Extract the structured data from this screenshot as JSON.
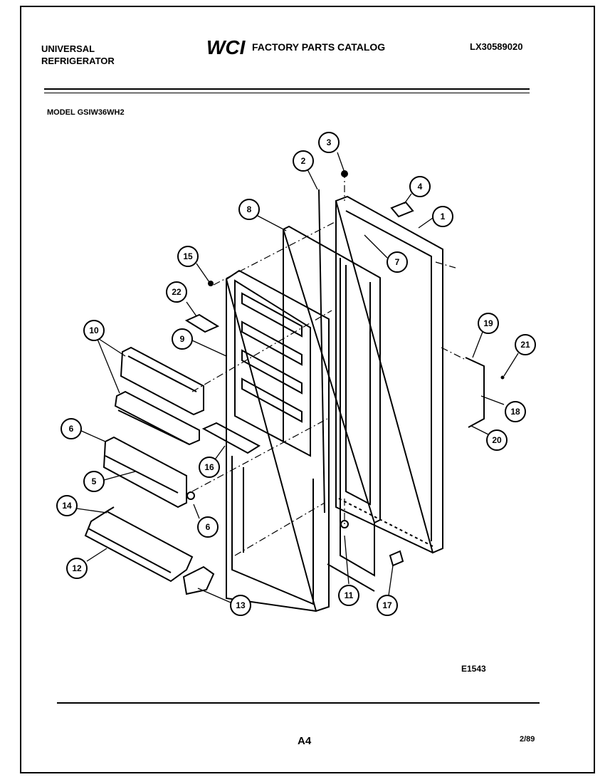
{
  "header": {
    "brand_line1": "UNIVERSAL",
    "brand_line2": "REFRIGERATOR",
    "logo_text": "WCI",
    "catalog_title": "FACTORY PARTS CATALOG",
    "catalog_number": "LX30589020"
  },
  "model_label": "MODEL GSIW36WH2",
  "callouts": [
    "1",
    "2",
    "3",
    "4",
    "5",
    "6",
    "6",
    "7",
    "8",
    "9",
    "10",
    "11",
    "12",
    "13",
    "14",
    "15",
    "16",
    "17",
    "18",
    "19",
    "20",
    "21",
    "22"
  ],
  "figure_code": "E1543",
  "footer": {
    "page_id": "A4",
    "date": "2/89"
  }
}
